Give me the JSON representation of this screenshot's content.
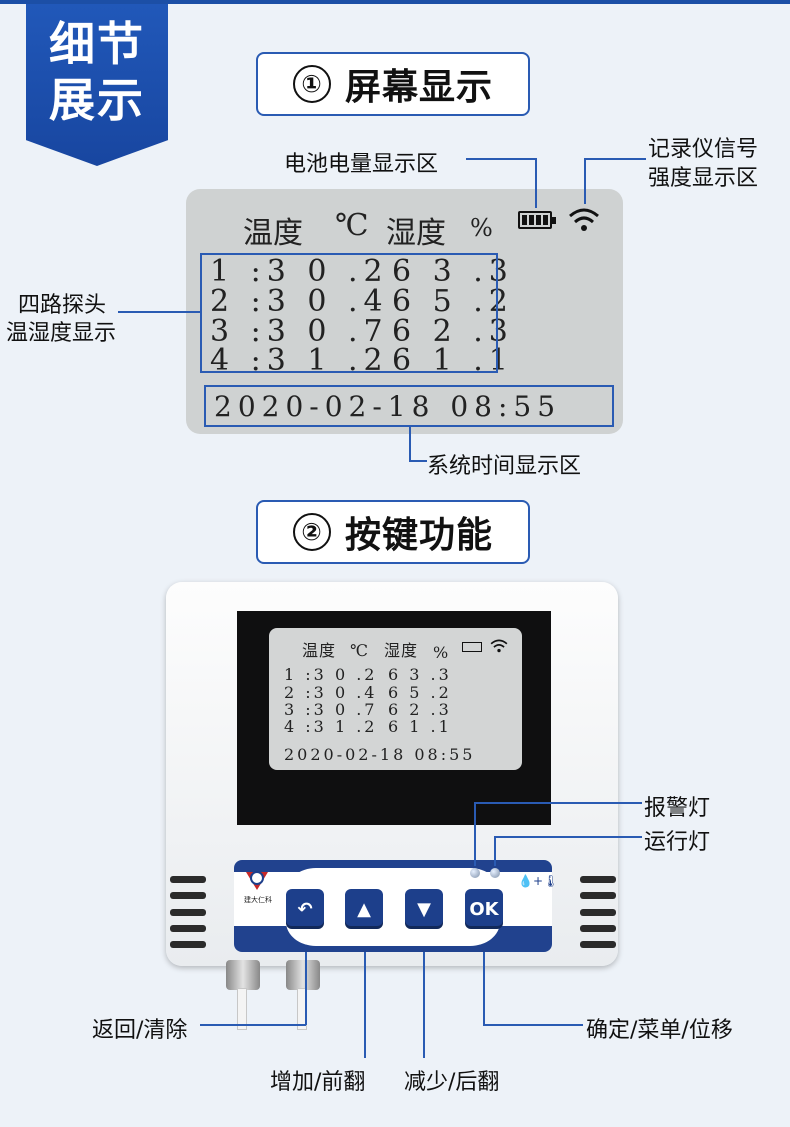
{
  "tag": {
    "line1": "细节",
    "line2": "展示"
  },
  "section1": {
    "number": "①",
    "title": "屏幕显示"
  },
  "section2": {
    "number": "②",
    "title": "按键功能"
  },
  "lcd": {
    "header_temp": "温度",
    "header_temp_unit": "℃",
    "header_humid": "湿度",
    "header_humid_unit": "%",
    "rows": [
      {
        "probe": "1",
        "temp": ":3 0 .2",
        "humid": "6 3 .3"
      },
      {
        "probe": "2",
        "temp": ":3 0 .4",
        "humid": "6 5 .2"
      },
      {
        "probe": "3",
        "temp": ":3 0 .7",
        "humid": "6 2 .3"
      },
      {
        "probe": "4",
        "temp": ":3 1 .2",
        "humid": "6 1 .1"
      }
    ],
    "datetime": "2020-02-18 08:55"
  },
  "callouts": {
    "battery": "电池电量显示区",
    "signal_line1": "记录仪信号",
    "signal_line2": "强度显示区",
    "probes_line1": "四路探头",
    "probes_line2": "温湿度显示",
    "time": "系统时间显示区",
    "alarm_led": "报警灯",
    "run_led": "运行灯",
    "back": "返回/清除",
    "up": "增加/前翻",
    "down": "减少/后翻",
    "ok": "确定/菜单/位移"
  },
  "device": {
    "brand": "建大仁科",
    "btn_back": "↶",
    "btn_up": "▲",
    "btn_down": "▼",
    "btn_ok": "OK",
    "sensor_icon": "💧+🌡"
  },
  "colors": {
    "accent": "#2a5bb3",
    "tag": "#1846a0",
    "button": "#1d3f8b"
  },
  "icons": {
    "battery": "battery-icon",
    "signal": "wifi-signal-icon"
  }
}
